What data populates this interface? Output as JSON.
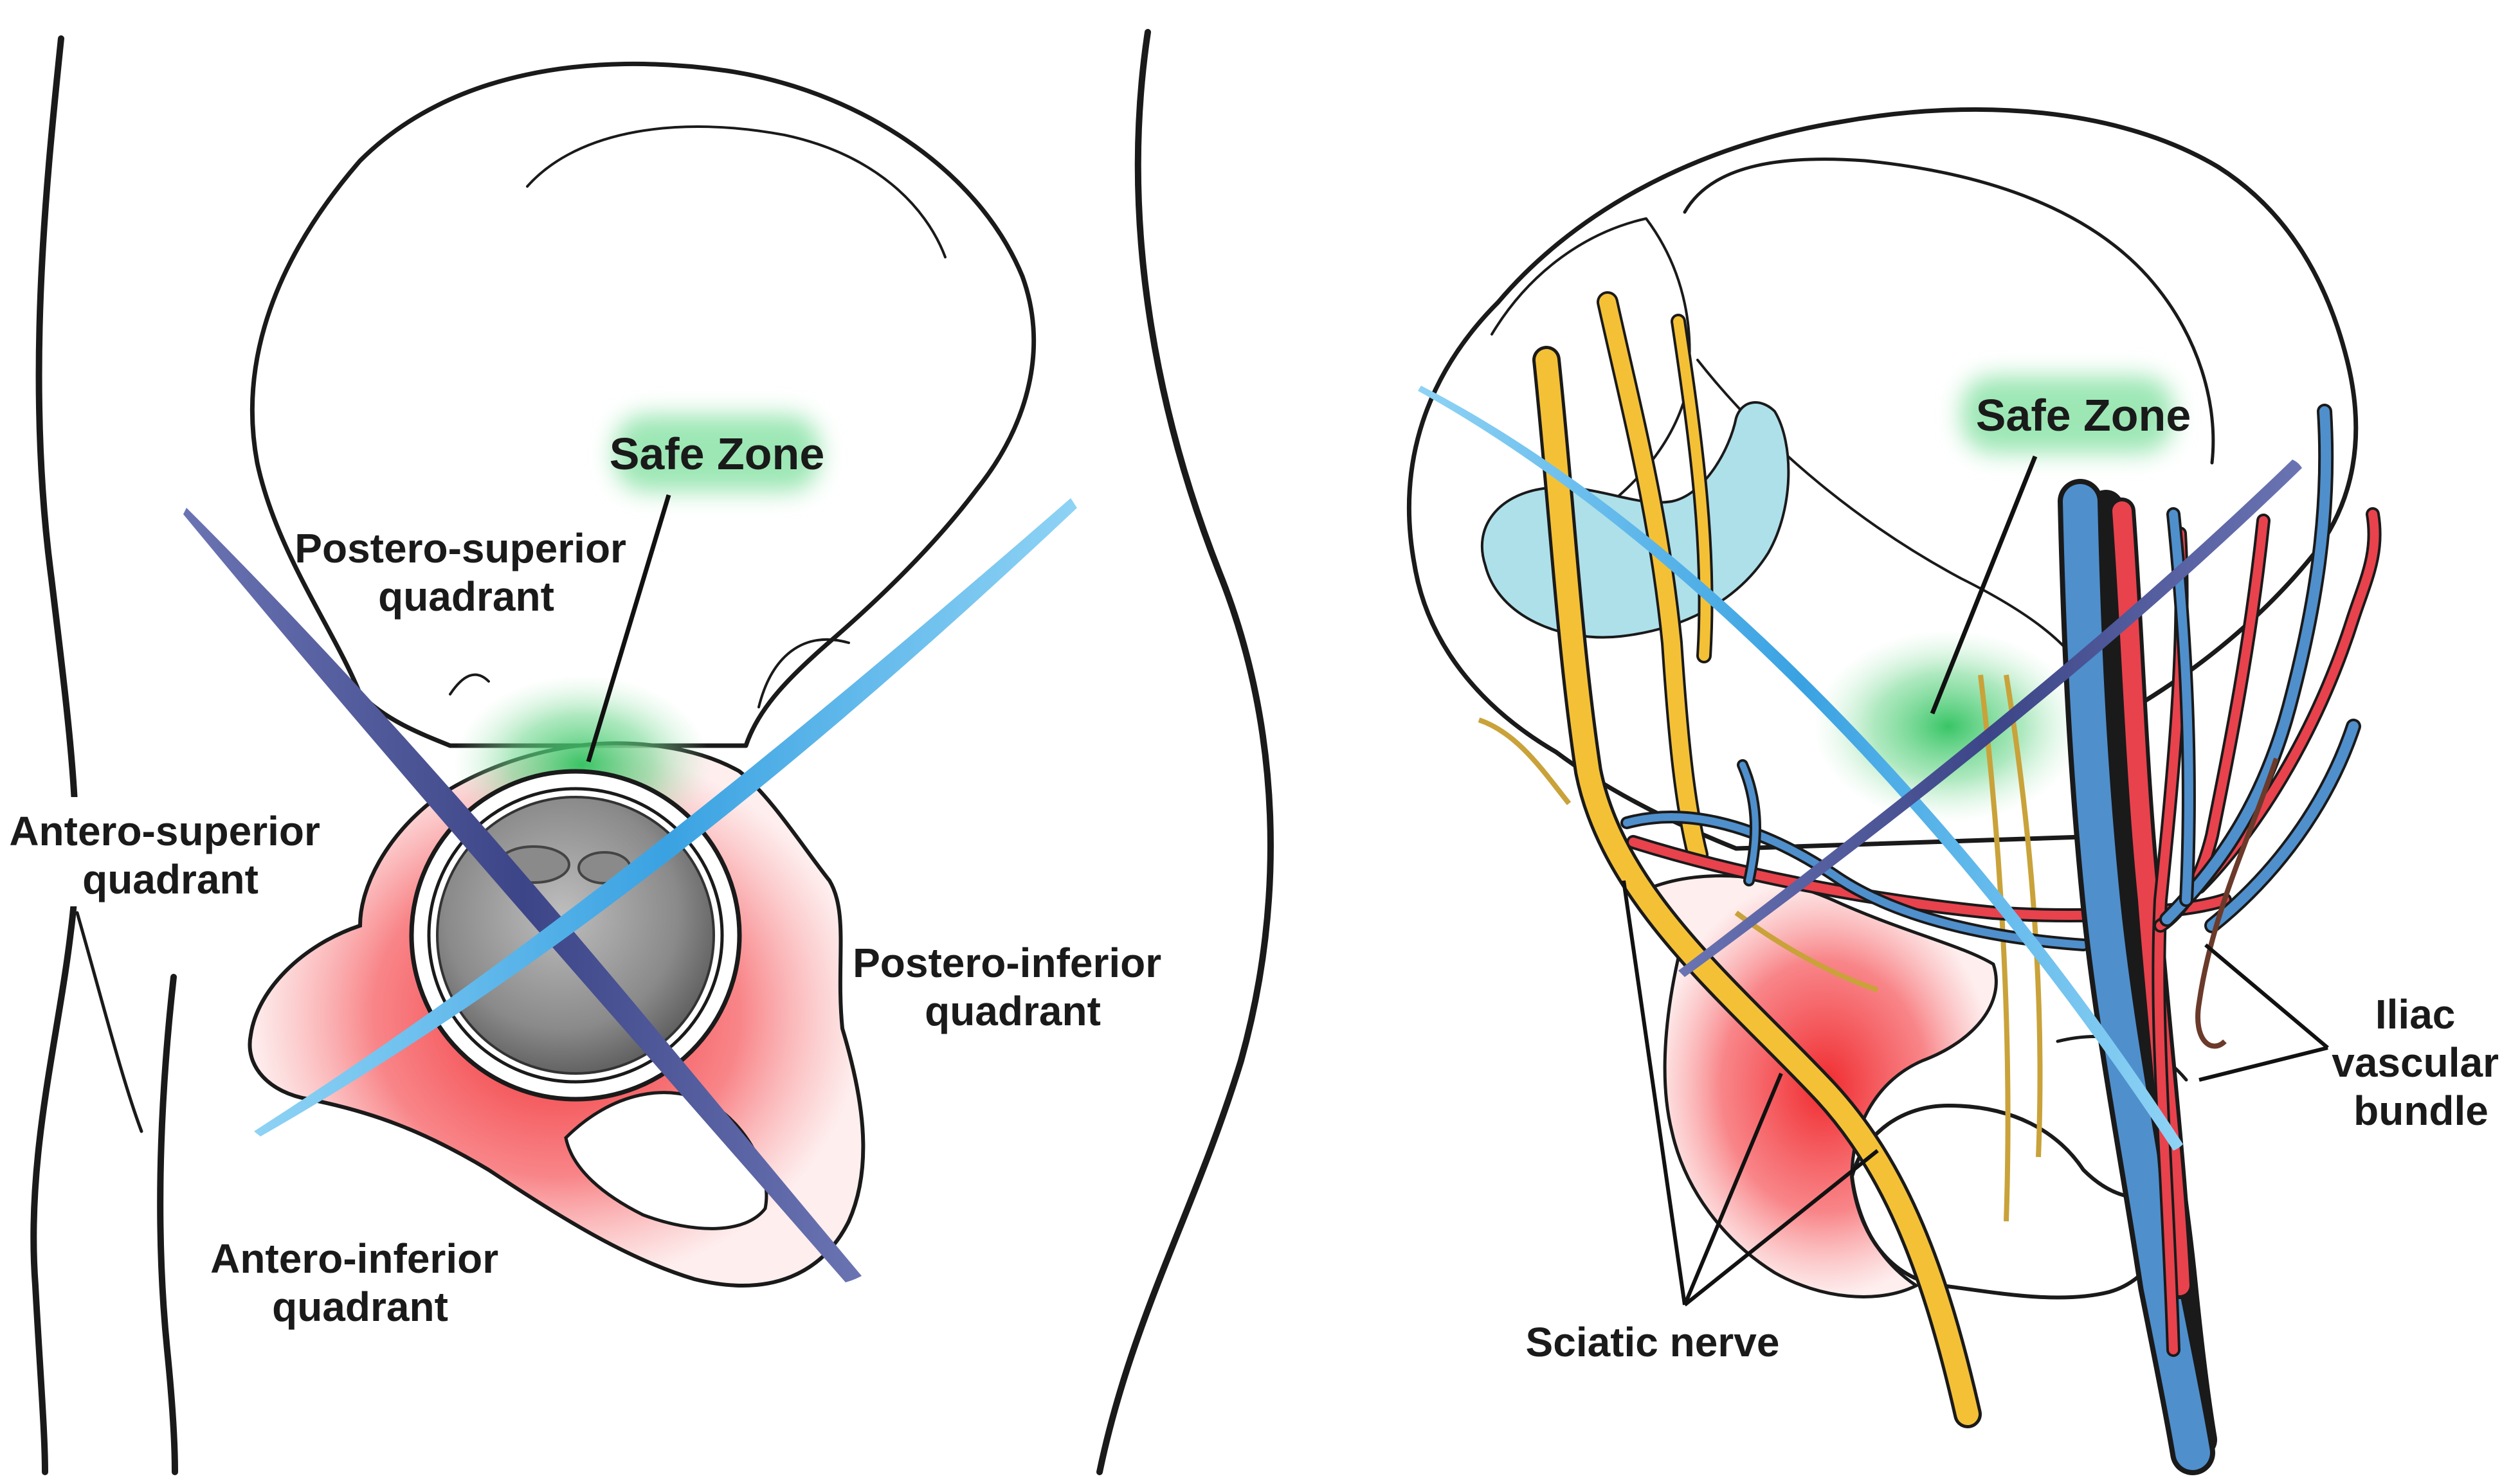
{
  "left_panel": {
    "safe_zone": "Safe Zone",
    "postero_superior": [
      "Postero-superior",
      "quadrant"
    ],
    "antero_superior": [
      "Antero-superior",
      "quadrant"
    ],
    "postero_inferior": [
      "Postero-inferior",
      "quadrant"
    ],
    "antero_inferior": [
      "Antero-inferior",
      "quadrant"
    ]
  },
  "right_panel": {
    "safe_zone": "Safe Zone",
    "iliac": [
      "Iliac",
      "vascular",
      "bundle"
    ],
    "sciatic": "Sciatic nerve"
  },
  "colors": {
    "safe_zone_green": "#3fcf6e",
    "danger_red": "#f2393b",
    "dark_axis": "#4a5596",
    "light_axis": "#5bb6ea",
    "nerve_yellow": "#f4c136",
    "artery_red": "#e8424d",
    "vein_blue": "#4f8fcc",
    "cyst_blue": "#aee0ea"
  }
}
